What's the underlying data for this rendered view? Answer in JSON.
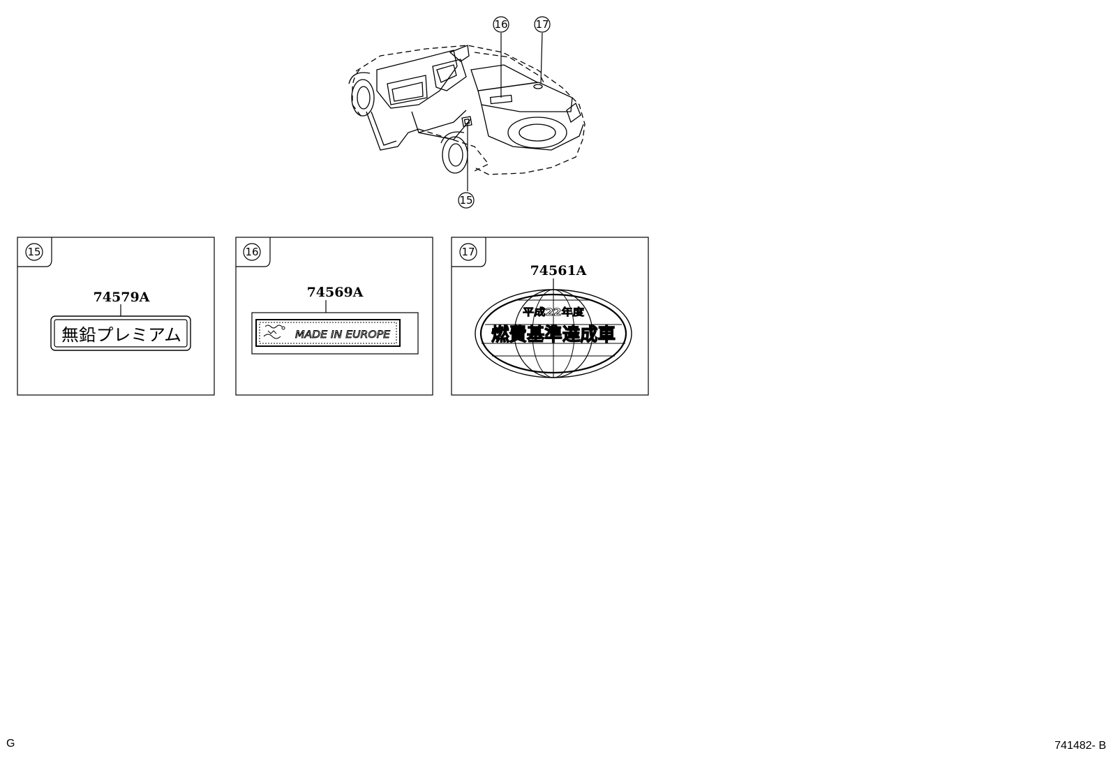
{
  "vehicle": {
    "callouts": [
      {
        "id": "16"
      },
      {
        "id": "17"
      },
      {
        "id": "15"
      }
    ]
  },
  "panels": [
    {
      "callout": "15",
      "part_number": "74579A",
      "label_text": "無鉛プレミアム"
    },
    {
      "callout": "16",
      "part_number": "74569A",
      "label_text": "MADE IN EUROPE"
    },
    {
      "callout": "17",
      "part_number": "74561A",
      "label_top": "平成22年度",
      "label_main": "燃費基準達成車"
    }
  ],
  "footer": {
    "left": "G",
    "right": "741482- B"
  }
}
